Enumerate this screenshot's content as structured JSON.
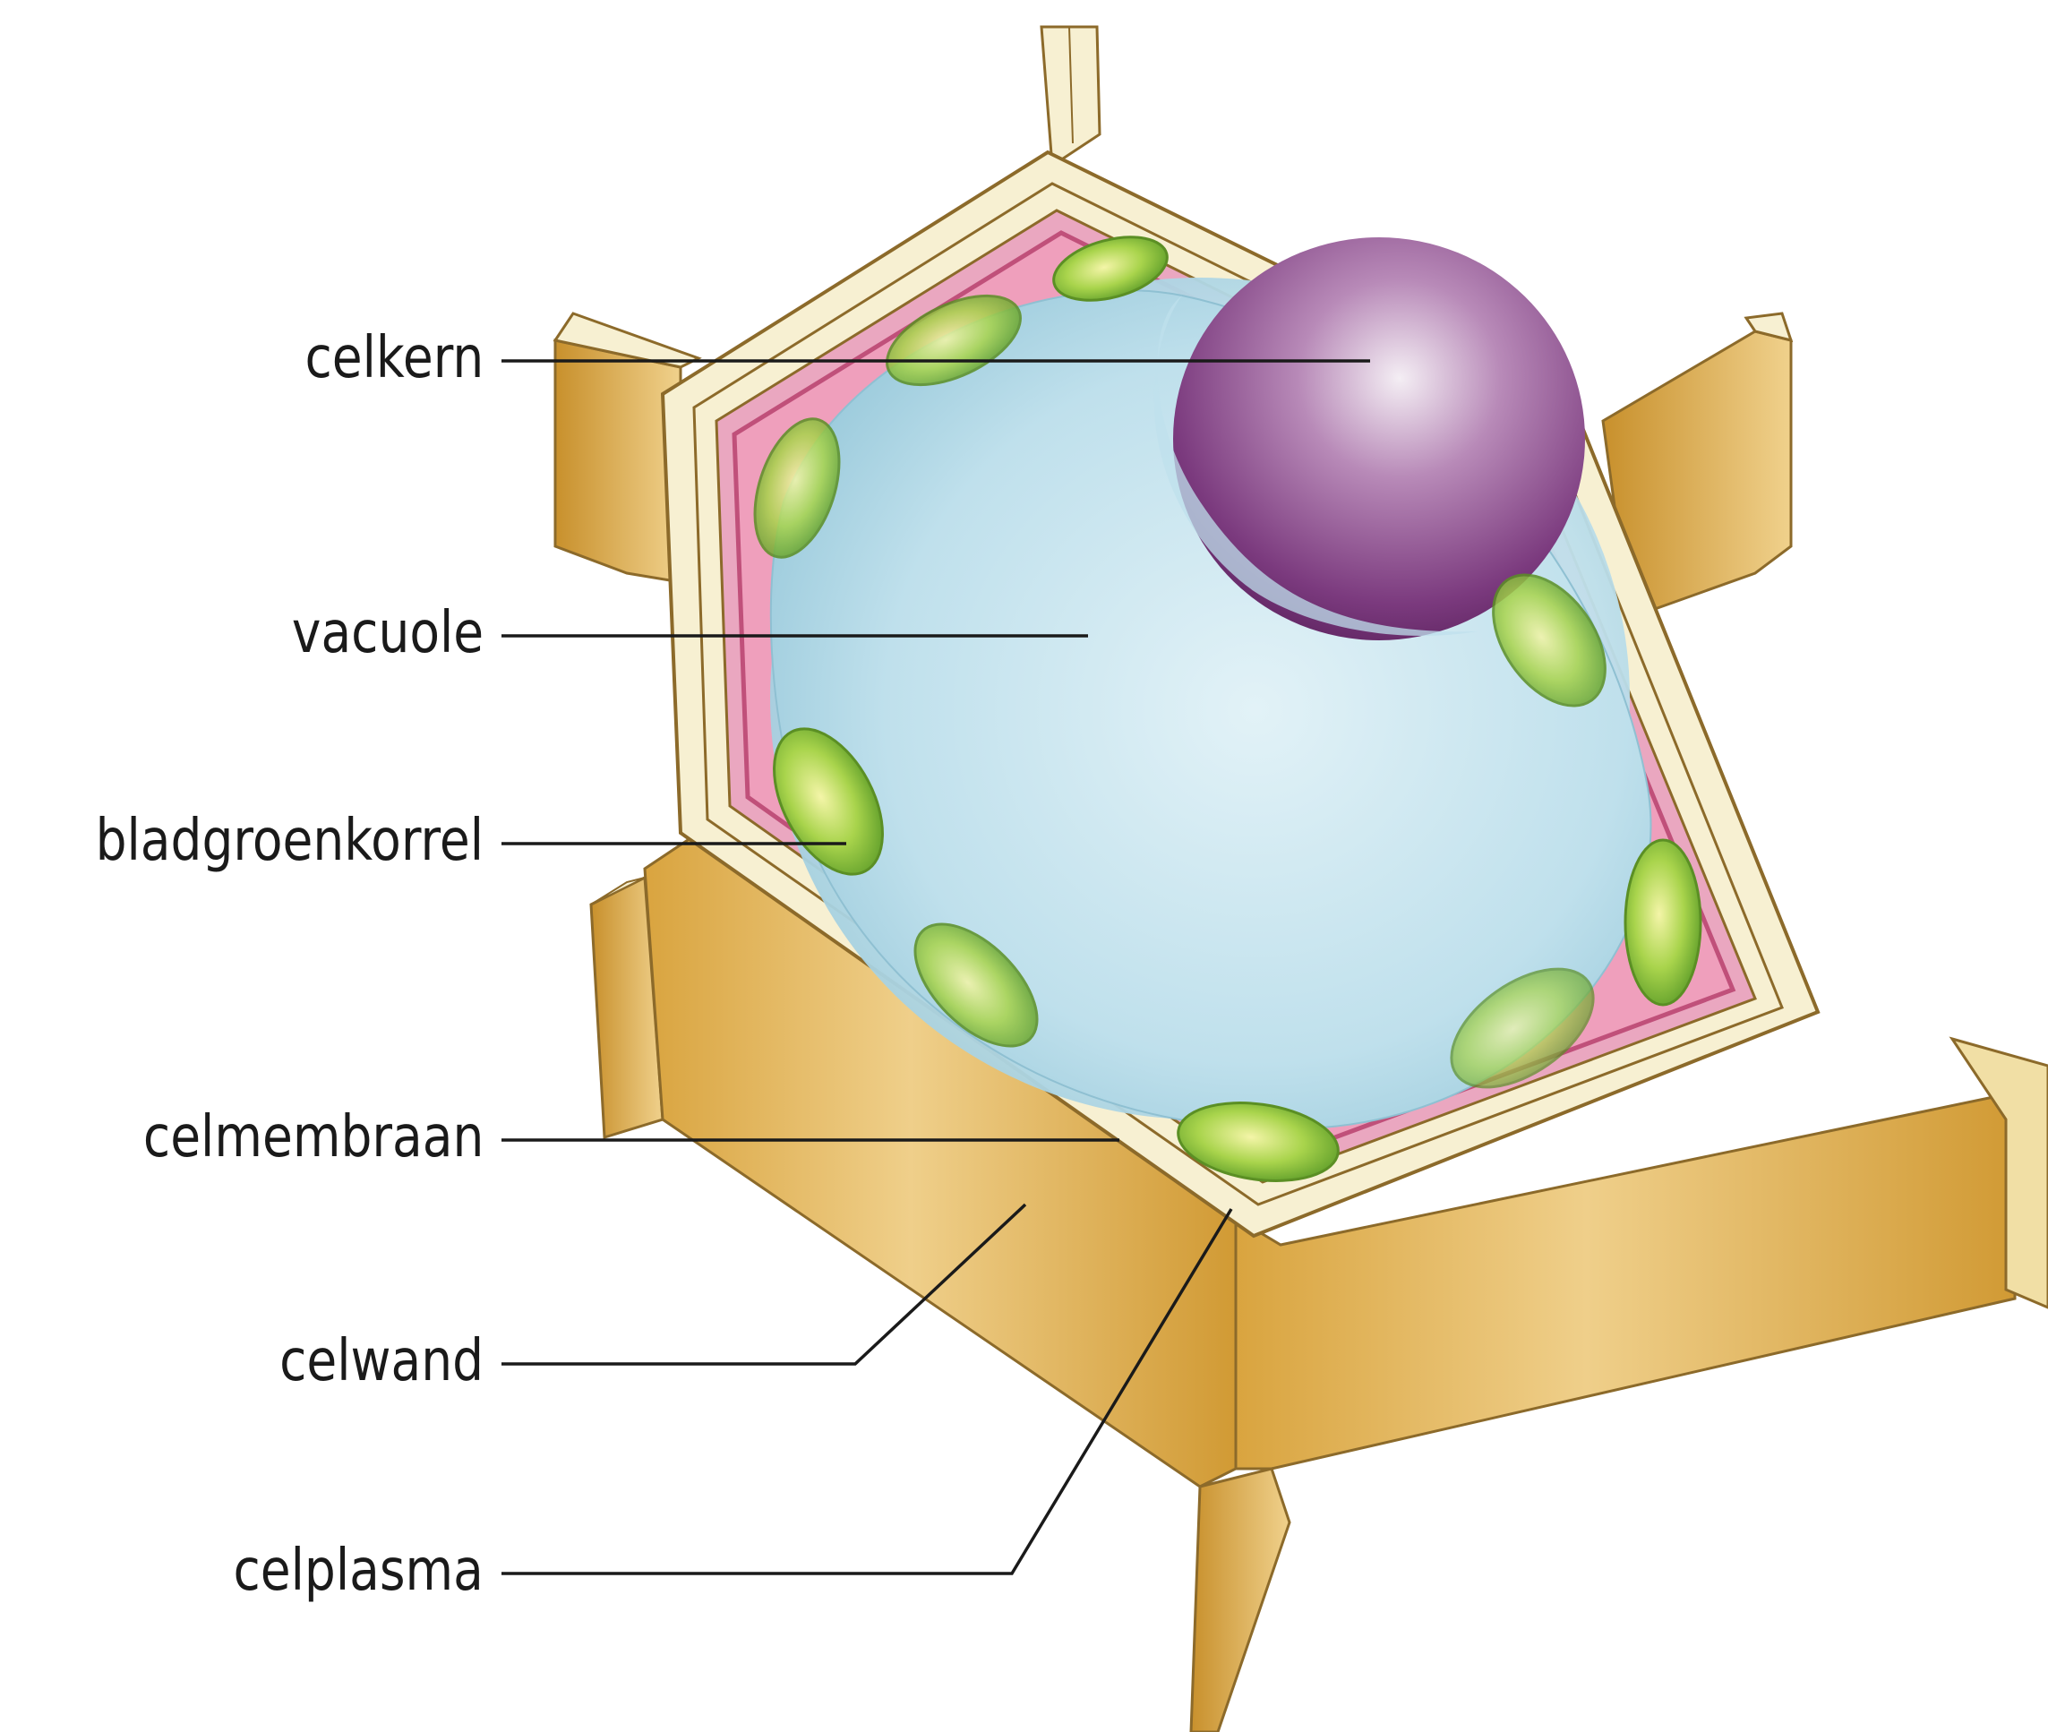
{
  "diagram": {
    "labels": {
      "celkern": "celkern",
      "vacuole": "vacuole",
      "bladgroenkorrel": "bladgroenkorrel",
      "celmembraan": "celmembraan",
      "celwand": "celwand",
      "celplasma": "celplasma"
    },
    "colors": {
      "cell_wall": "#e2b760",
      "cell_wall_light": "#f7f0d2",
      "cytoplasm": "#eaa7c0",
      "membrane": "#c0507a",
      "vacuole": "#c6e4ee",
      "nucleus": "#8a4a8a",
      "chloroplast": "#8cc63f",
      "leader_line": "#1a1a1a"
    }
  }
}
